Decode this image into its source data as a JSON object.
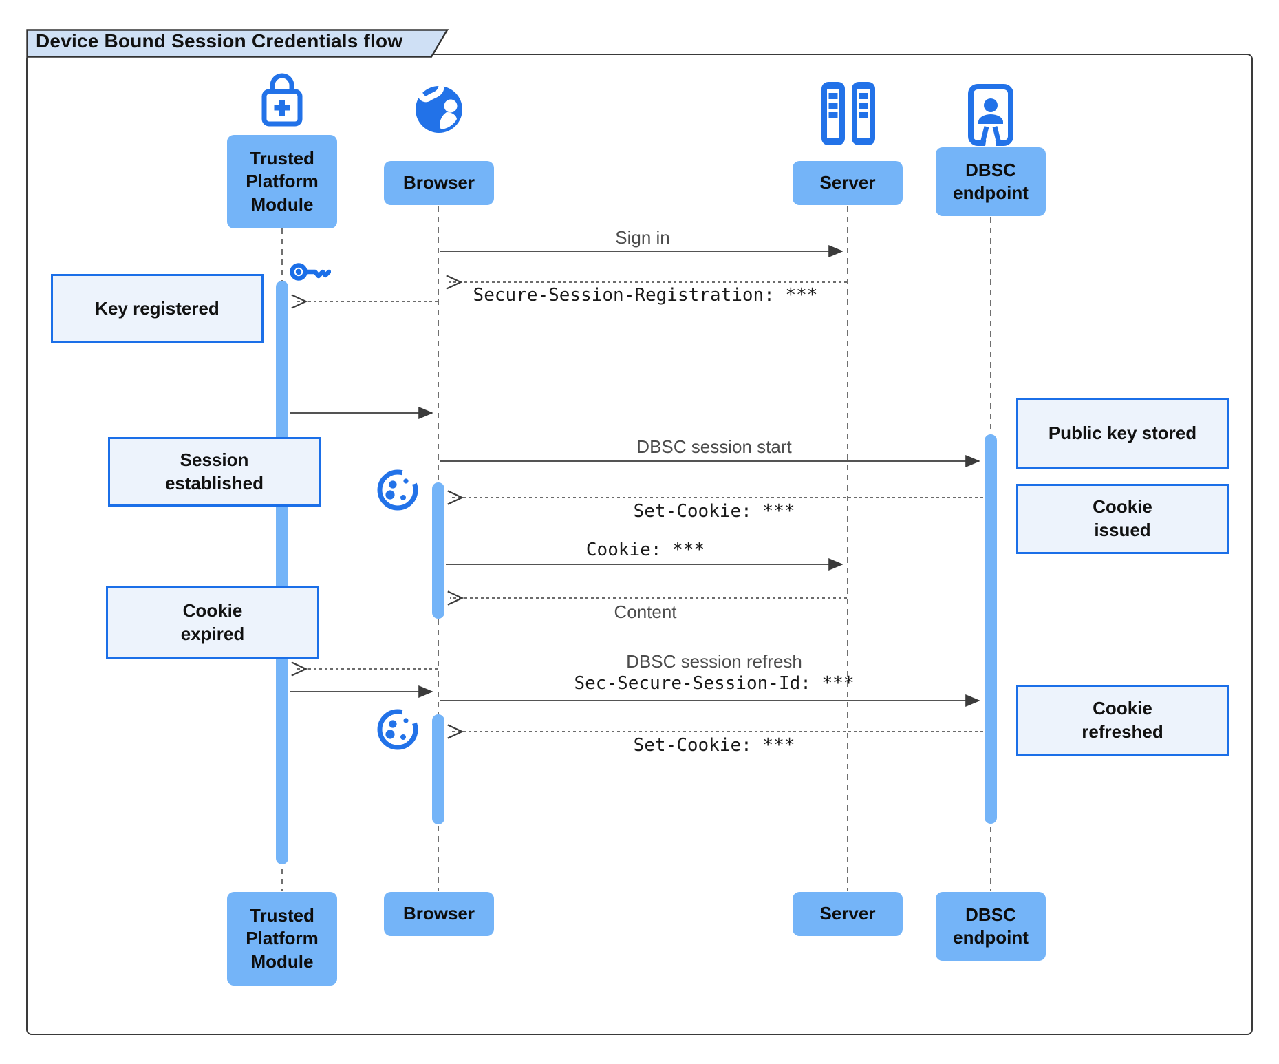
{
  "title": "Device Bound Session Credentials flow",
  "actors": {
    "tpm": {
      "label": "Trusted Platform Module"
    },
    "browser": {
      "label": "Browser"
    },
    "server": {
      "label": "Server"
    },
    "dbsc": {
      "label": "DBSC endpoint"
    }
  },
  "messages": {
    "sign_in": "Sign in",
    "secure_session_registration": "Secure-Session-Registration: ***",
    "dbsc_session_start": "DBSC session start",
    "set_cookie_1": "Set-Cookie: ***",
    "cookie": "Cookie: ***",
    "content": "Content",
    "dbsc_session_refresh": "DBSC session refresh",
    "sec_secure_session_id": "Sec-Secure-Session-Id: ***",
    "set_cookie_2": "Set-Cookie: ***"
  },
  "notes": {
    "key_registered": "Key registered",
    "session_established": "Session established",
    "cookie_expired": "Cookie expired",
    "public_key_stored": "Public key stored",
    "cookie_issued": "Cookie issued",
    "cookie_refreshed": "Cookie refreshed"
  },
  "icons": {
    "tpm": "lock-plus-icon",
    "browser": "globe-icon",
    "server": "server-racks-icon",
    "dbsc": "door-person-icon",
    "key": "key-icon",
    "cookie": "cookie-icon"
  },
  "colors": {
    "icon_blue": "#2272e8",
    "actor_fill": "#74b4f8",
    "activation_fill": "#74b4f8",
    "note_fill": "#edf3fc",
    "note_border": "#1b6fe8",
    "title_fill": "#cfe0f5",
    "line": "#3b3b3b"
  }
}
